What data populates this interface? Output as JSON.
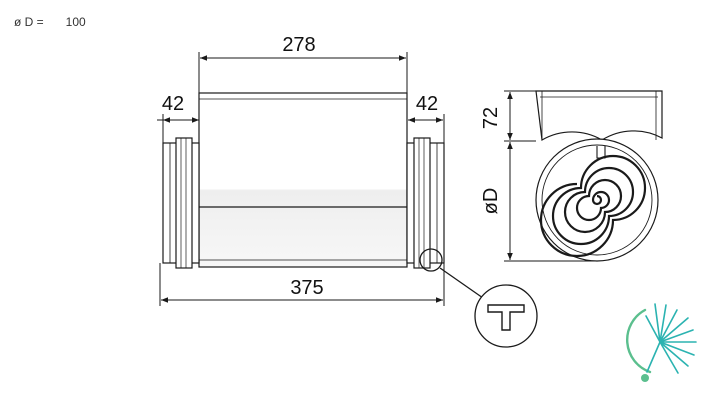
{
  "spec": {
    "label": "ø D =",
    "value": "100"
  },
  "dimensions": {
    "top_length": "278",
    "left_spigot": "42",
    "right_spigot": "42",
    "overall_length": "375",
    "height_offset": "72",
    "diameter": "øD"
  },
  "colors": {
    "line": "#1a1a1a",
    "body_fill": "#ffffff",
    "shade": "#dcdcdc",
    "logo_green": "#5bbf8e",
    "logo_teal": "#2bb3b1"
  },
  "icons": {
    "logo": "dandelion-logo-icon",
    "detail": "t-profile-detail-icon"
  }
}
